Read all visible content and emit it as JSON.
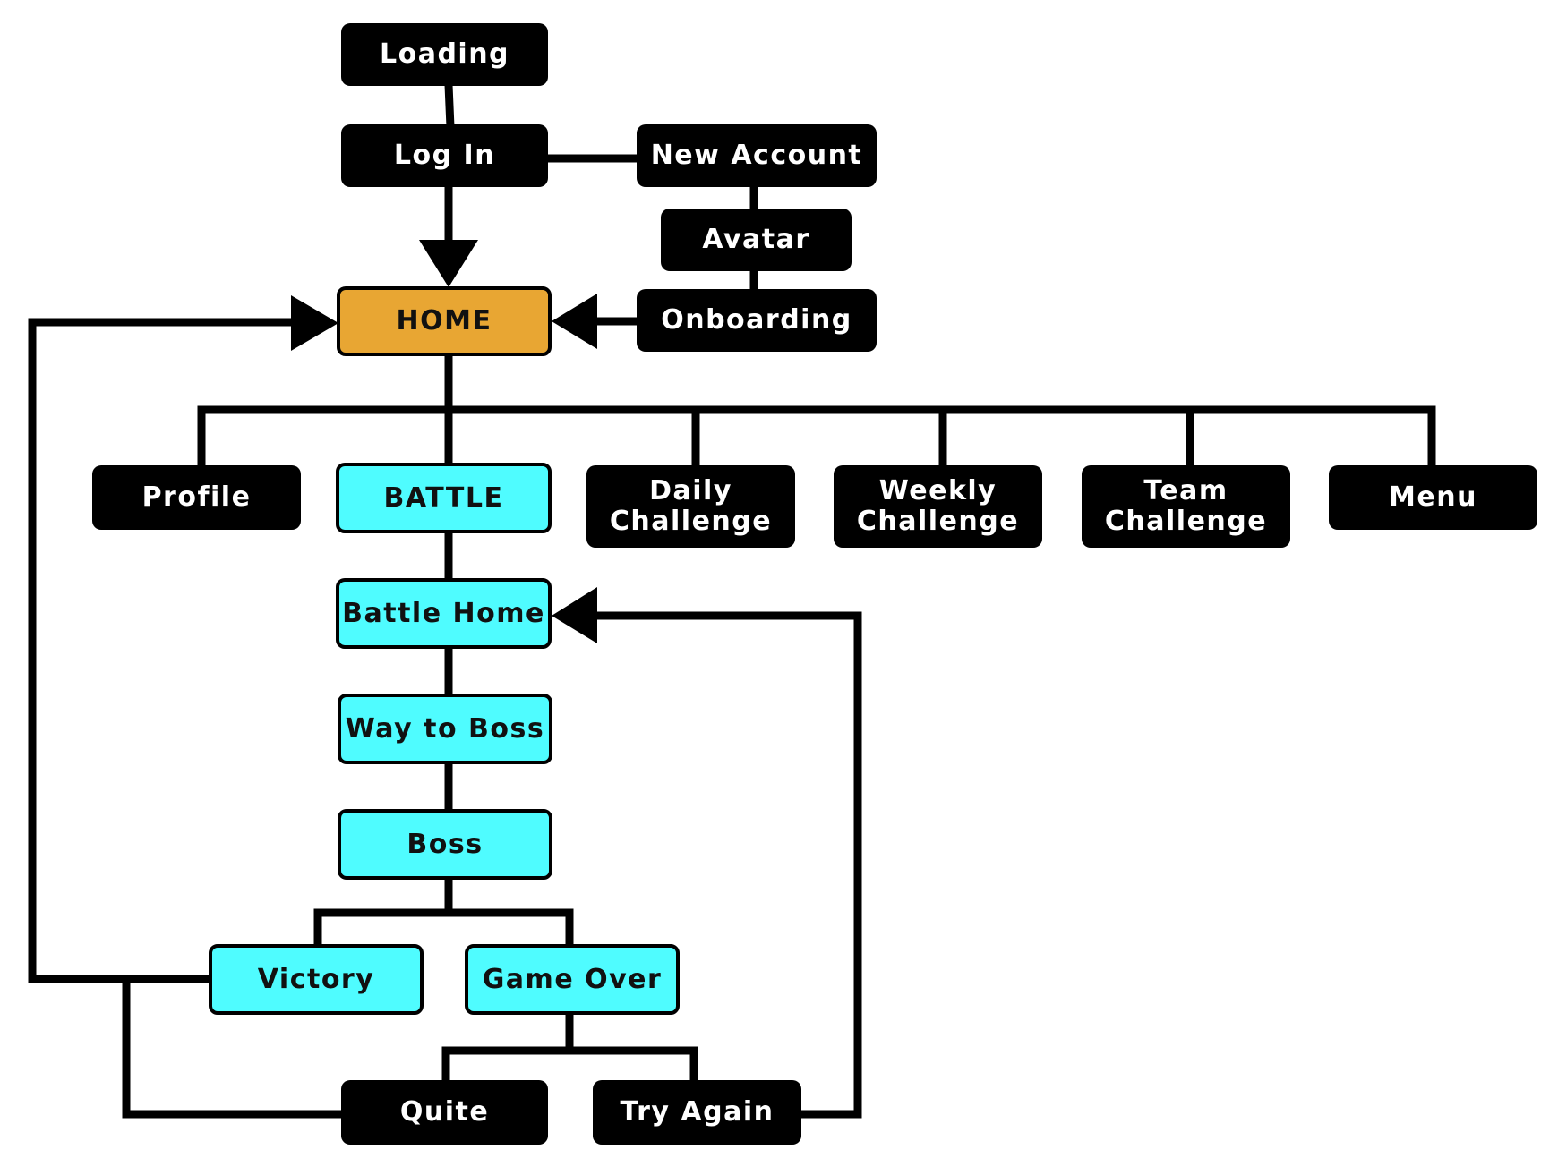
{
  "nodes": {
    "loading": "Loading",
    "login": "Log In",
    "new_account": "New Account",
    "avatar": "Avatar",
    "onboarding": "Onboarding",
    "home": "HOME",
    "profile": "Profile",
    "battle": "BATTLE",
    "daily_challenge": "Daily\nChallenge",
    "weekly_challenge": "Weekly\nChallenge",
    "team_challenge": "Team\nChallenge",
    "menu": "Menu",
    "battle_home": "Battle Home",
    "way_to_boss": "Way to Boss",
    "boss": "Boss",
    "victory": "Victory",
    "game_over": "Game Over",
    "quite": "Quite",
    "try_again": "Try Again"
  },
  "colors": {
    "home_fill": "#e8a633",
    "battle_fill": "#4ffcff",
    "default_fill": "#000000",
    "connector": "#000000"
  }
}
